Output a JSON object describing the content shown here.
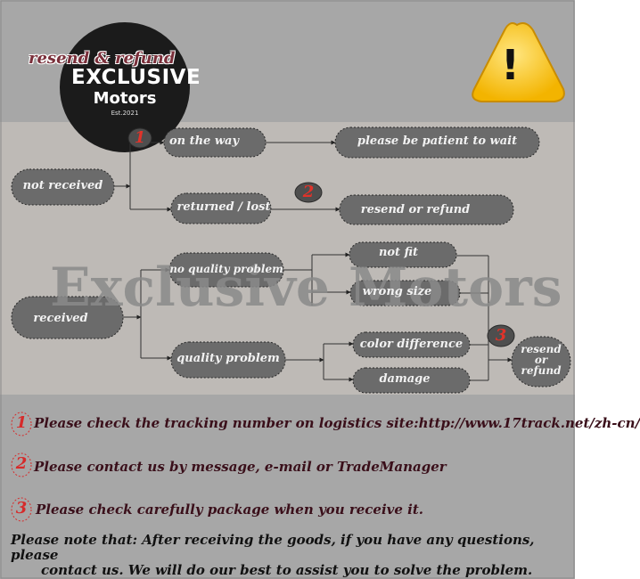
{
  "header": {
    "title": "resend & refund",
    "logo": {
      "line1": "EXCLUSIVE",
      "line2": "Motors",
      "line3": "Est.2021"
    },
    "warning_mark": "!"
  },
  "watermark": "Exclusive Motors",
  "diagram": {
    "nodes": {
      "not_received": "not received",
      "on_the_way": "on the way",
      "please_wait": "please be patient to wait",
      "returned_lost": "returned / lost",
      "resend_refund_1": "resend or refund",
      "received": "received",
      "no_quality": "no quality problem",
      "not_fit": "not fit",
      "wrong_size": "wrong size",
      "quality_problem": "quality problem",
      "color_difference": "color difference",
      "damage": "damage",
      "resend_refund_2": {
        "line1": "resend",
        "line2": "or",
        "line3": "refund"
      }
    },
    "markers": {
      "m1": "1",
      "m2": "2",
      "m3": "3"
    }
  },
  "notes": [
    {
      "num": "1",
      "text": "Please check the tracking number on logistics site:http://www.17track.net/zh-cn/"
    },
    {
      "num": "2",
      "text": "Please contact us by message, e-mail or TradeManager"
    },
    {
      "num": "3",
      "text": "Please check carefully package when you receive it."
    }
  ],
  "footer": {
    "line1": "Please note that: After receiving the goods, if you have any questions, please",
    "line2": "contact us. We will do our best to assist you to solve the problem."
  },
  "colors": {
    "page_gray": "#a7a7a7",
    "band_gray": "#bebab6",
    "node_fill": "#6b6b6b",
    "marker_red": "#e0332a",
    "note_text": "#3a0f1a",
    "warning_yellow": "#f6c21c"
  }
}
